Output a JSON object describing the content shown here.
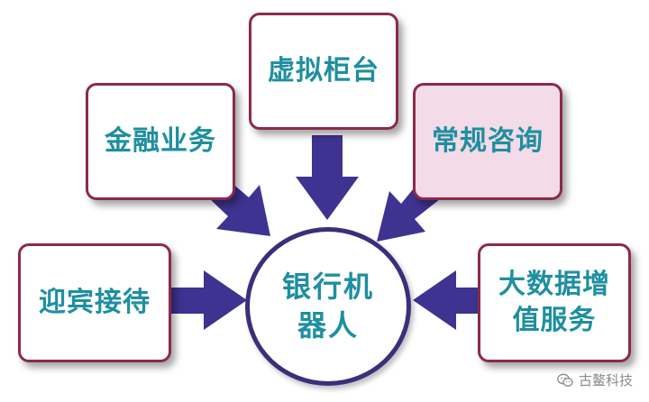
{
  "diagram": {
    "nodes": {
      "virtual_counter": "虚拟柜台",
      "financial_business": "金融业务",
      "regular_consulting": "常规咨询",
      "greeting_reception": "迎宾接待",
      "big_data_services": "大数据增值服务",
      "big_data_line1": "大数据增",
      "big_data_line2": "值服务",
      "hub_line1": "银行机",
      "hub_line2": "器人"
    },
    "watermark": {
      "text": "古鳌科技",
      "icon": "wechat-icon"
    },
    "colors": {
      "text": "#1e8fa0",
      "border": "#8b2a4a",
      "arrow": "#3e3390",
      "highlight_fill": "#f3dbe7"
    }
  }
}
